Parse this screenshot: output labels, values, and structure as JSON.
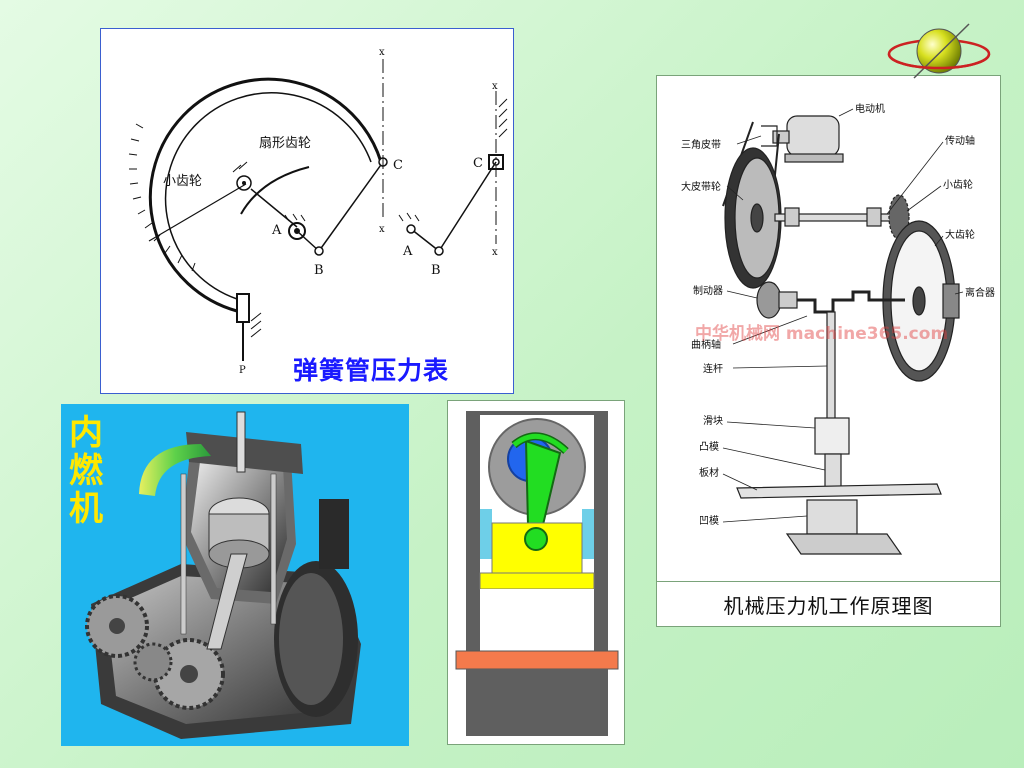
{
  "gauge": {
    "title": "弹簧管压力表",
    "labels": {
      "sector_gear": "扇形齿轮",
      "pinion": "小齿轮",
      "c1": "C",
      "c2": "C",
      "a1": "A",
      "a2": "A",
      "b1": "B",
      "b2": "B",
      "x_top1": "x",
      "x_bot1": "x",
      "x_top2": "x",
      "x_bot2": "x",
      "p": "P"
    }
  },
  "engine": {
    "title": "内燃机"
  },
  "press": {
    "caption": "机械压力机工作原理图",
    "watermark": "中华机械网 machine365.com",
    "labels": {
      "motor": "电动机",
      "v_belt": "三角皮带",
      "shaft": "传动轴",
      "big_pulley": "大皮带轮",
      "small_gear": "小齿轮",
      "big_gear": "大齿轮",
      "brake": "制动器",
      "clutch": "离合器",
      "crankshaft": "曲柄轴",
      "rod": "连杆",
      "slider": "滑块",
      "punch": "凸模",
      "sheet": "板材",
      "die": "凹模"
    }
  },
  "colors": {
    "background": "#c6f2c6",
    "gauge_title": "#1a1aff",
    "engine_bg": "#1fb5ee",
    "engine_title": "#ffe800",
    "piston_yellow": "#ffff00",
    "piston_green": "#22dd22",
    "piston_blue": "#2266ee",
    "piston_orange": "#f47a4c",
    "globe_yellow": "#d8e020"
  },
  "icons": {
    "logo": "globe-orbit-icon"
  }
}
